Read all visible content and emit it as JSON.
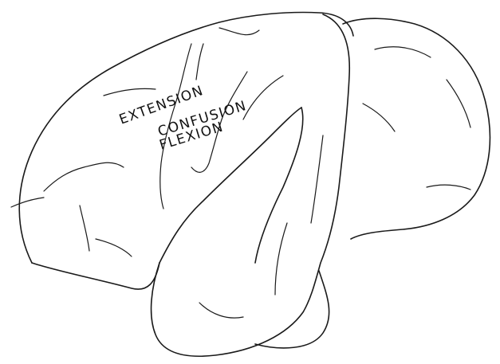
{
  "labels": {
    "extension": "EXTENSION",
    "confusion": "CONFUSION",
    "flexion": "FLEXION"
  },
  "colors": {
    "line": "#1a1a1a",
    "background": "#ffffff"
  }
}
